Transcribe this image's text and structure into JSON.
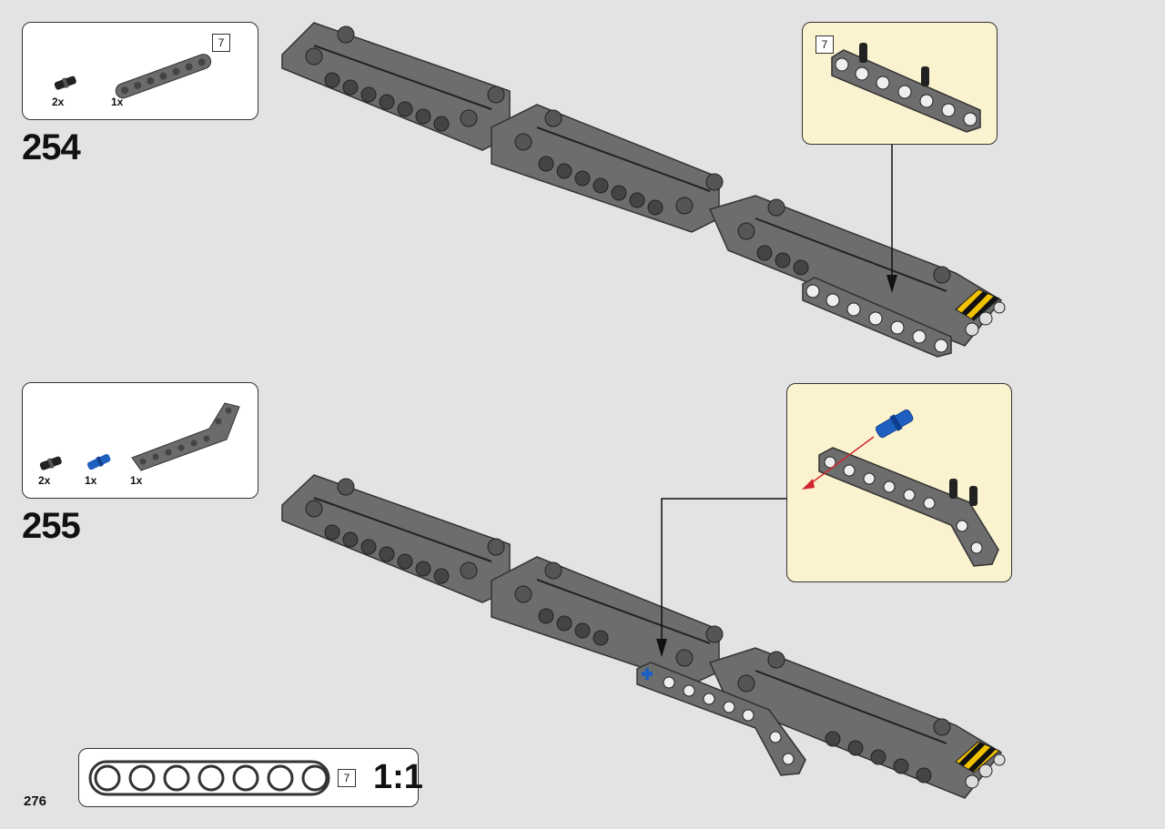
{
  "steps": [
    {
      "number": "254",
      "parts": [
        {
          "qty": "2x",
          "icon": "black-friction-pin"
        },
        {
          "qty": "1x",
          "icon": "dark-grey-beam-7"
        }
      ],
      "beam_length_tag": "7",
      "callout_length_tag": "7"
    },
    {
      "number": "255",
      "parts": [
        {
          "qty": "2x",
          "icon": "black-friction-pin"
        },
        {
          "qty": "1x",
          "icon": "blue-axle-pin"
        },
        {
          "qty": "1x",
          "icon": "dark-grey-angled-beam"
        }
      ]
    }
  ],
  "scale_reference": {
    "length_tag": "7",
    "ratio": "1:1",
    "holes": 7
  },
  "page_number": "276",
  "colors": {
    "background": "#e3e3e3",
    "beam": "#6b6b6b",
    "callout": "#fbf3cf",
    "pin_blue": "#1f5fbf",
    "hazard_yellow": "#f2c200",
    "arrow_red": "#d0282e"
  }
}
